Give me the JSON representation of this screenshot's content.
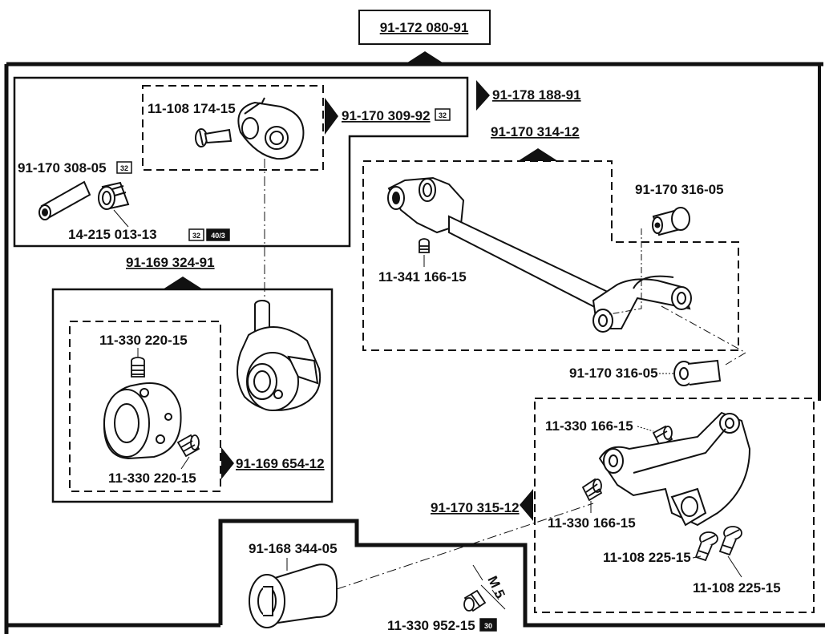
{
  "title_part": "91-172 080-91",
  "assemblies": {
    "upper_left": "91-178 188-91",
    "crank": "91-170 309-92",
    "crank_badge": "32",
    "lower_left": "91-169 324-91",
    "collar_group": "91-169 654-12",
    "lever": "91-170 314-12",
    "bracket": "91-170 315-12"
  },
  "parts": {
    "screw_crank": "11-108 174-15",
    "pin_left": "91-170 308-05",
    "pin_left_badge": "32",
    "bushing": "14-215 013-13",
    "bushing_badge_1": "32",
    "bushing_badge_2": "40/3",
    "lever_screw": "11-341 166-15",
    "stud_top": "91-170 316-05",
    "stud_bottom": "91-170 316-05",
    "collar_screw_top": "11-330 220-15",
    "collar_screw_side": "11-330 220-15",
    "bracket_screw_top": "11-330 166-15",
    "bracket_screw_mid": "11-330 166-15",
    "bracket_screw_a": "11-108 225-15",
    "bracket_screw_b": "11-108 225-15",
    "sleeve": "91-168 344-05",
    "set_screw": "11-330 952-15",
    "set_screw_badge": "30",
    "thread_size": "M 5"
  }
}
